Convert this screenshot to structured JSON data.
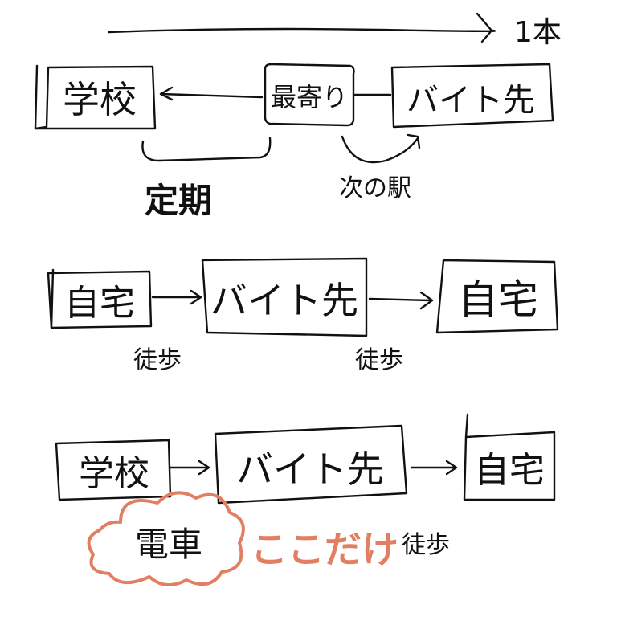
{
  "top_arrow_label": "1本",
  "row1": {
    "school": "学校",
    "nearest": "最寄り",
    "work": "バイト先",
    "commuter_pass": "定期",
    "next_station": "次の駅"
  },
  "row2": {
    "home_start": "自宅",
    "work": "バイト先",
    "home_end": "自宅",
    "walk_1": "徒歩",
    "walk_2": "徒歩"
  },
  "row3": {
    "school": "学校",
    "work": "バイト先",
    "home": "自宅",
    "train": "電車",
    "only_here": "ここだけ",
    "walk": "徒歩"
  },
  "colors": {
    "ink": "#111111",
    "accent": "#e27f62"
  }
}
